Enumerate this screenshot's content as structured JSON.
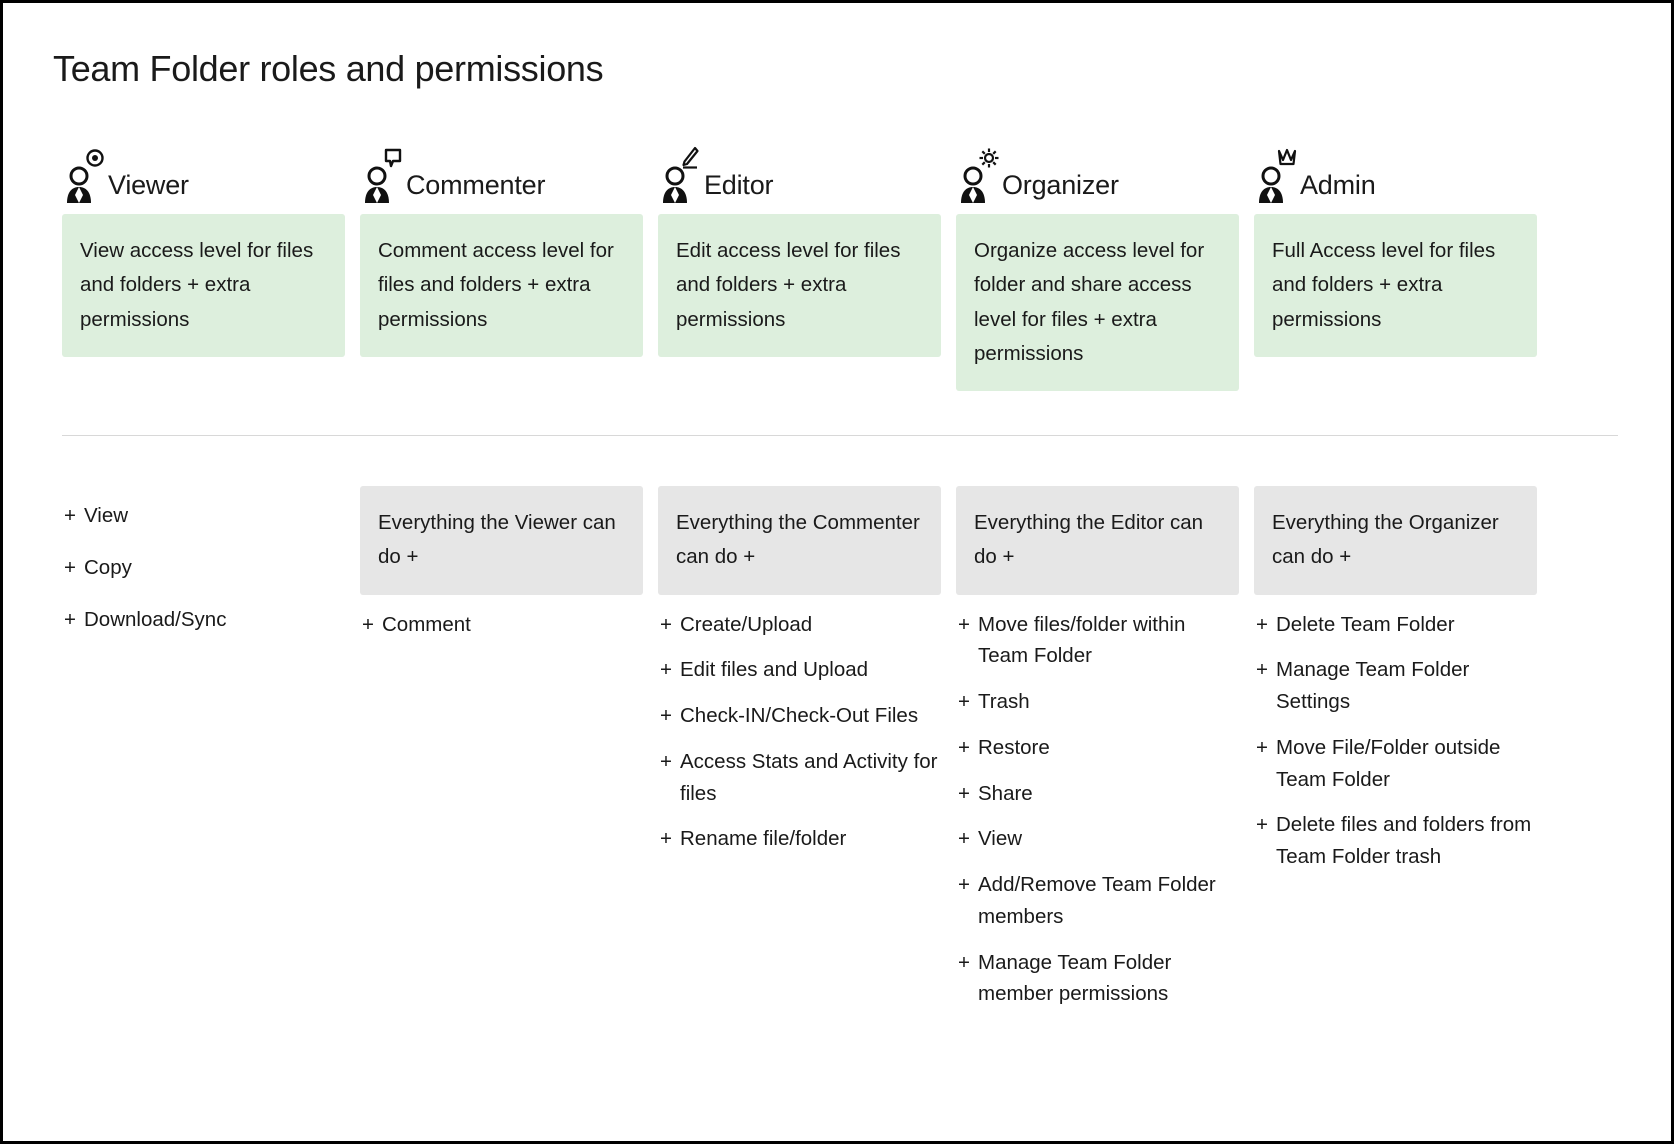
{
  "page": {
    "title": "Team Folder roles and permissions",
    "colors": {
      "green_box_bg": "#ddefdd",
      "gray_box_bg": "#e6e6e6",
      "text": "#1a1a1a",
      "divider": "#d8d8d8",
      "frame_border": "#000000",
      "page_bg": "#ffffff"
    }
  },
  "columns": [
    {
      "role": "Viewer",
      "icon": "person-eye-icon",
      "badge_icon": "eye-icon",
      "description": "View access level for files and folders + extra permissions",
      "inherits": null,
      "permissions": [
        "View",
        "Copy",
        "Download/Sync"
      ]
    },
    {
      "role": "Commenter",
      "icon": "person-comment-icon",
      "badge_icon": "speech-bubble-icon",
      "description": "Comment access level for files and folders + extra permissions",
      "inherits": "Everything the Viewer can do +",
      "permissions": [
        "Comment"
      ]
    },
    {
      "role": "Editor",
      "icon": "person-pencil-icon",
      "badge_icon": "pencil-icon",
      "description": "Edit access level for files and folders + extra permissions",
      "inherits": "Everything the Commenter can do +",
      "permissions": [
        "Create/Upload",
        "Edit files and Upload",
        "Check-IN/Check-Out Files",
        "Access Stats and Activity for files",
        "Rename file/folder"
      ]
    },
    {
      "role": "Organizer",
      "icon": "person-gear-icon",
      "badge_icon": "gear-icon",
      "description": "Organize access level for folder and share access level for files + extra permissions",
      "inherits": "Everything the Editor can do +",
      "permissions": [
        "Move files/folder within Team Folder",
        "Trash",
        "Restore",
        "Share",
        "View",
        "Add/Remove Team Folder members",
        "Manage Team Folder member permissions"
      ]
    },
    {
      "role": "Admin",
      "icon": "person-crown-icon",
      "badge_icon": "crown-icon",
      "description": "Full Access level for files and folders + extra permissions",
      "inherits": "Everything the Organizer can do +",
      "permissions": [
        "Delete Team Folder",
        "Manage Team Folder Settings",
        "Move File/Folder outside Team Folder",
        "Delete files and folders from Team Folder trash"
      ]
    }
  ],
  "symbols": {
    "plus": "+"
  }
}
